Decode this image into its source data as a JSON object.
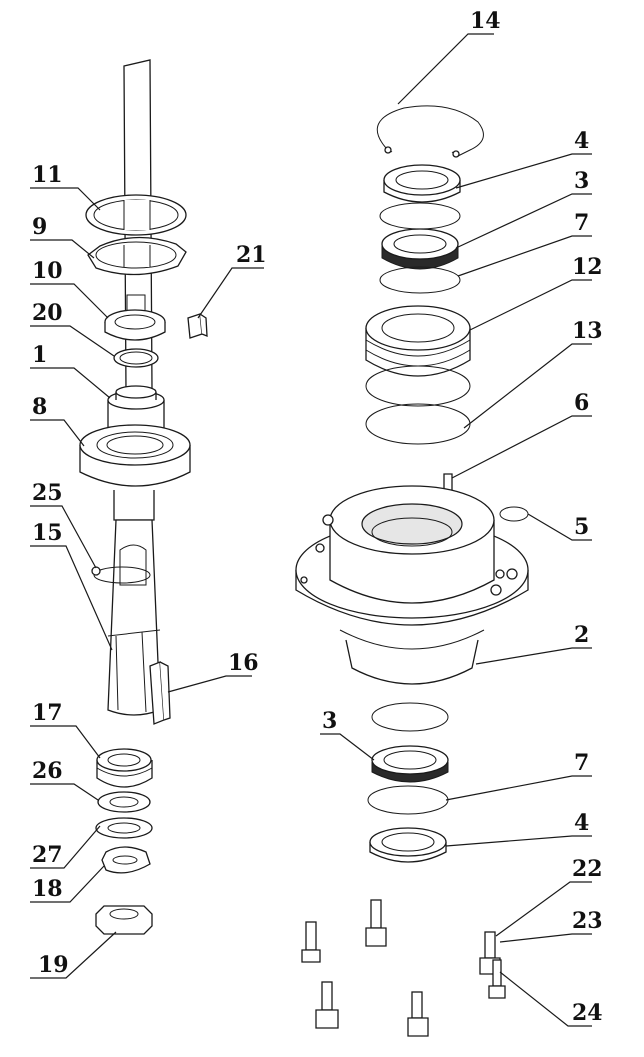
{
  "callouts": [
    {
      "id": "11",
      "label": "11"
    },
    {
      "id": "9",
      "label": "9"
    },
    {
      "id": "10",
      "label": "10"
    },
    {
      "id": "20",
      "label": "20"
    },
    {
      "id": "1",
      "label": "1"
    },
    {
      "id": "8",
      "label": "8"
    },
    {
      "id": "25",
      "label": "25"
    },
    {
      "id": "15",
      "label": "15"
    },
    {
      "id": "21",
      "label": "21"
    },
    {
      "id": "16",
      "label": "16"
    },
    {
      "id": "17",
      "label": "17"
    },
    {
      "id": "26",
      "label": "26"
    },
    {
      "id": "27",
      "label": "27"
    },
    {
      "id": "18",
      "label": "18"
    },
    {
      "id": "19",
      "label": "19"
    },
    {
      "id": "14",
      "label": "14"
    },
    {
      "id": "4a",
      "label": "4"
    },
    {
      "id": "3a",
      "label": "3"
    },
    {
      "id": "7a",
      "label": "7"
    },
    {
      "id": "12",
      "label": "12"
    },
    {
      "id": "13",
      "label": "13"
    },
    {
      "id": "6",
      "label": "6"
    },
    {
      "id": "5",
      "label": "5"
    },
    {
      "id": "2",
      "label": "2"
    },
    {
      "id": "3b",
      "label": "3"
    },
    {
      "id": "7b",
      "label": "7"
    },
    {
      "id": "4b",
      "label": "4"
    },
    {
      "id": "22",
      "label": "22"
    },
    {
      "id": "23",
      "label": "23"
    },
    {
      "id": "24",
      "label": "24"
    }
  ]
}
